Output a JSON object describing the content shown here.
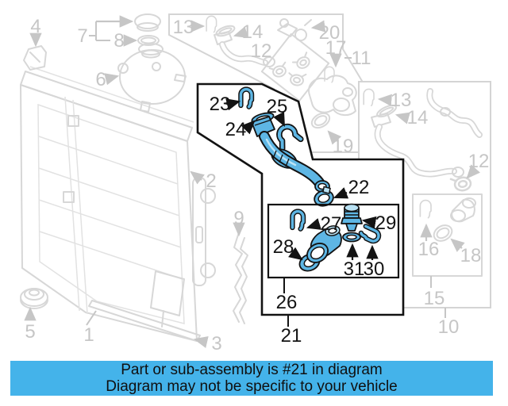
{
  "banner": {
    "line1": "Part or sub-assembly is #21 in diagram",
    "line2": "Diagram may not be specific to your vehicle"
  },
  "diagram": {
    "highlighted_callout": "21",
    "callouts": {
      "n1": "1",
      "n2": "2",
      "n3": "3",
      "n4": "4",
      "n5": "5",
      "n6": "6",
      "n7": "7",
      "n8": "8",
      "n9": "9",
      "n10": "10",
      "n11": "11",
      "n12": "12",
      "n13": "13",
      "n14": "14",
      "n15": "15",
      "n16": "16",
      "n17": "17",
      "n18": "18",
      "n19": "19",
      "n20": "20",
      "n21": "21",
      "n22": "22",
      "n23": "23",
      "n24": "24",
      "n25": "25",
      "n26": "26",
      "n27": "27",
      "n28": "28",
      "n29": "29",
      "n30": "30",
      "n31": "31"
    }
  },
  "colors": {
    "line_gray": "#d7d7d7",
    "label_gray": "#c6c6c6",
    "outline_black": "#131313",
    "highlight_blue": "#5eb6e4",
    "highlight_blue_light": "#b9e2f4",
    "banner_bg": "#44b3ea",
    "banner_text": "#101010"
  }
}
